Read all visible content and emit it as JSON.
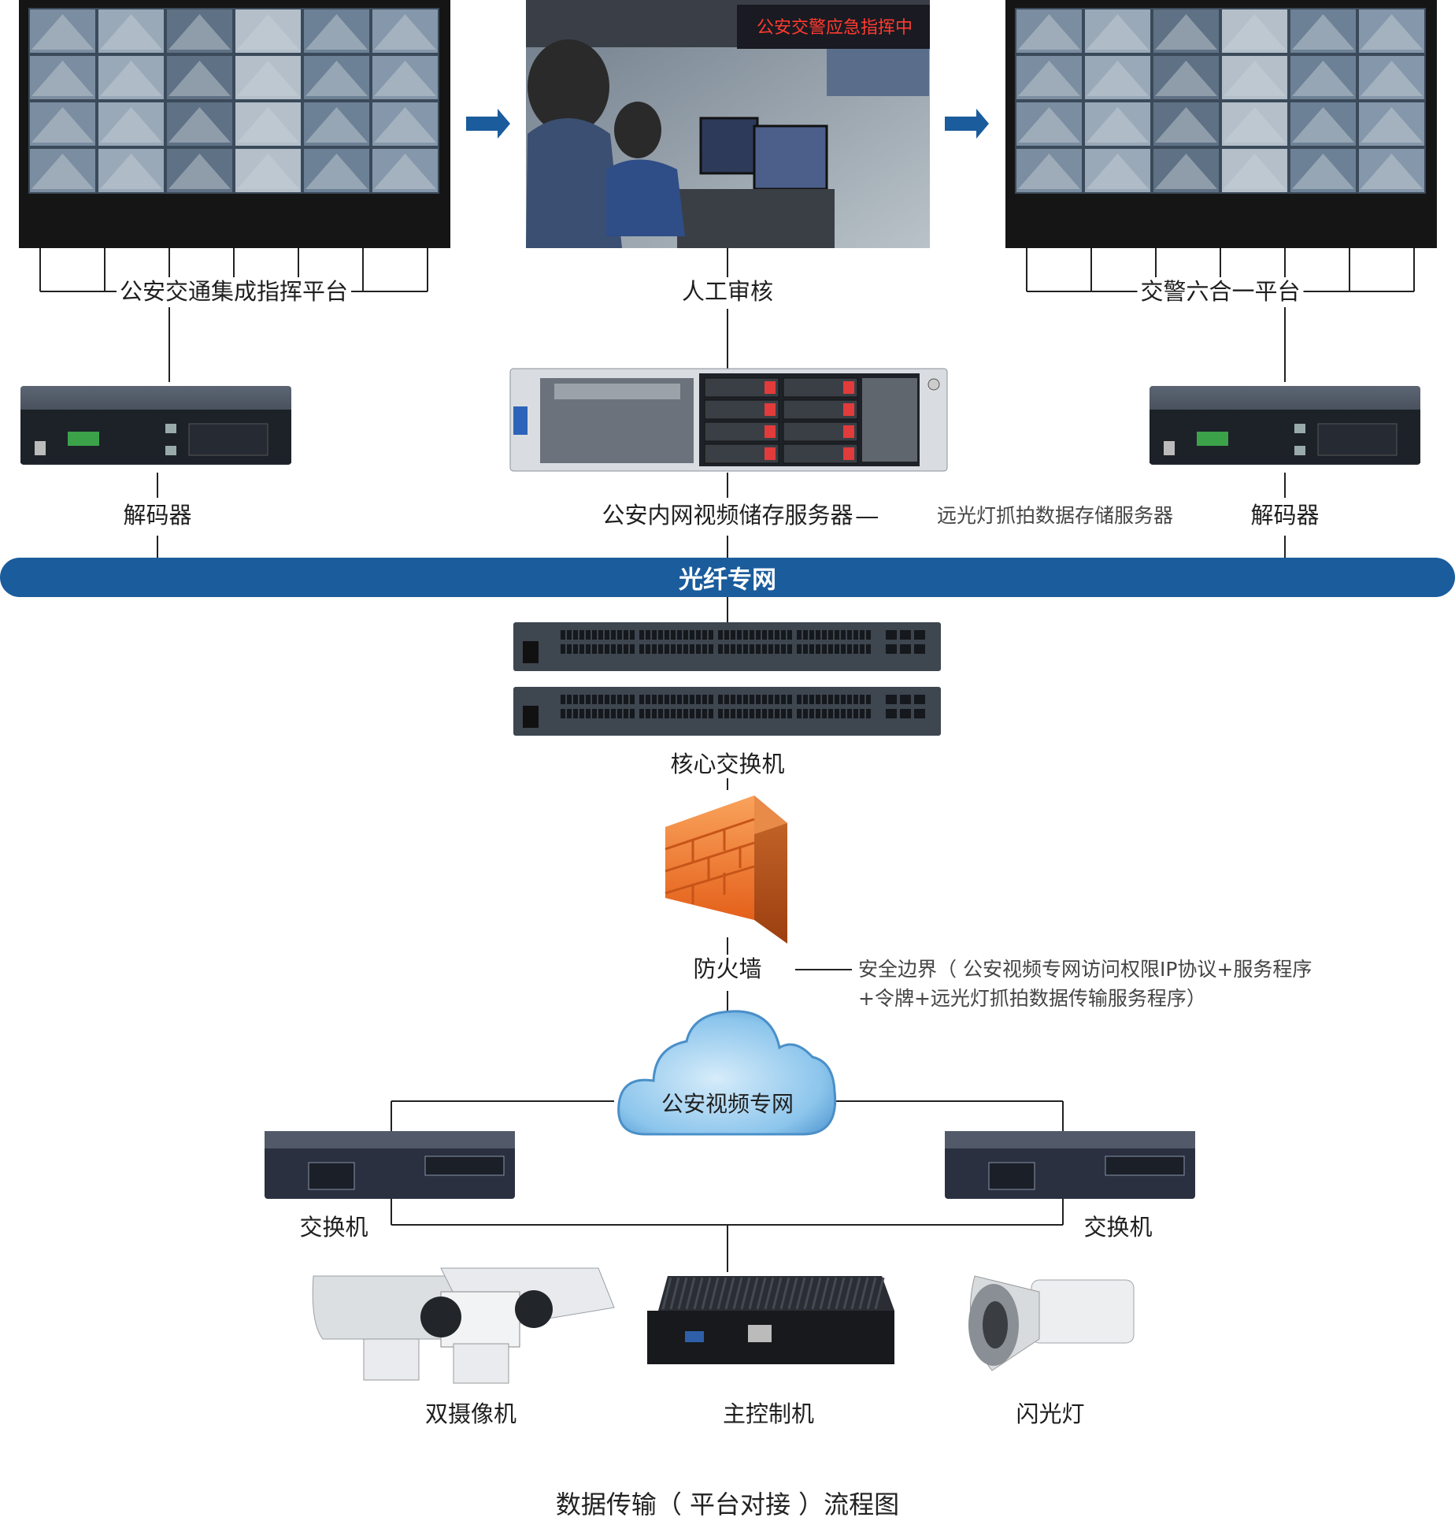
{
  "labels": {
    "platform_left": "公安交通集成指挥平台",
    "manual_review": "人工审核",
    "platform_right": "交警六合一平台",
    "decoder_left": "解码器",
    "decoder_right": "解码器",
    "storage_server": "公安内网视频储存服务器",
    "storage_note": "远光灯抓拍数据存储服务器",
    "fiber_network": "光纤专网",
    "core_switch": "核心交换机",
    "firewall": "防火墙",
    "firewall_note_line1": "安全边界（ 公安视频专网访问权限IP协议+服务程序",
    "firewall_note_line2": "+令牌+远光灯抓拍数据传输服务程序）",
    "video_network": "公安视频专网",
    "switch_left": "交换机",
    "switch_right": "交换机",
    "dual_camera": "双摄像机",
    "main_controller": "主控制机",
    "flash_light": "闪光灯",
    "command_banner": "公安交警应急指挥中"
  },
  "caption": "数据传输（ 平台对接 ）流程图",
  "colors": {
    "band": "#1a5c9c",
    "arrow": "#1a5c9c",
    "cloud": "#5ea9dd",
    "firewall": "#f07f2a"
  }
}
